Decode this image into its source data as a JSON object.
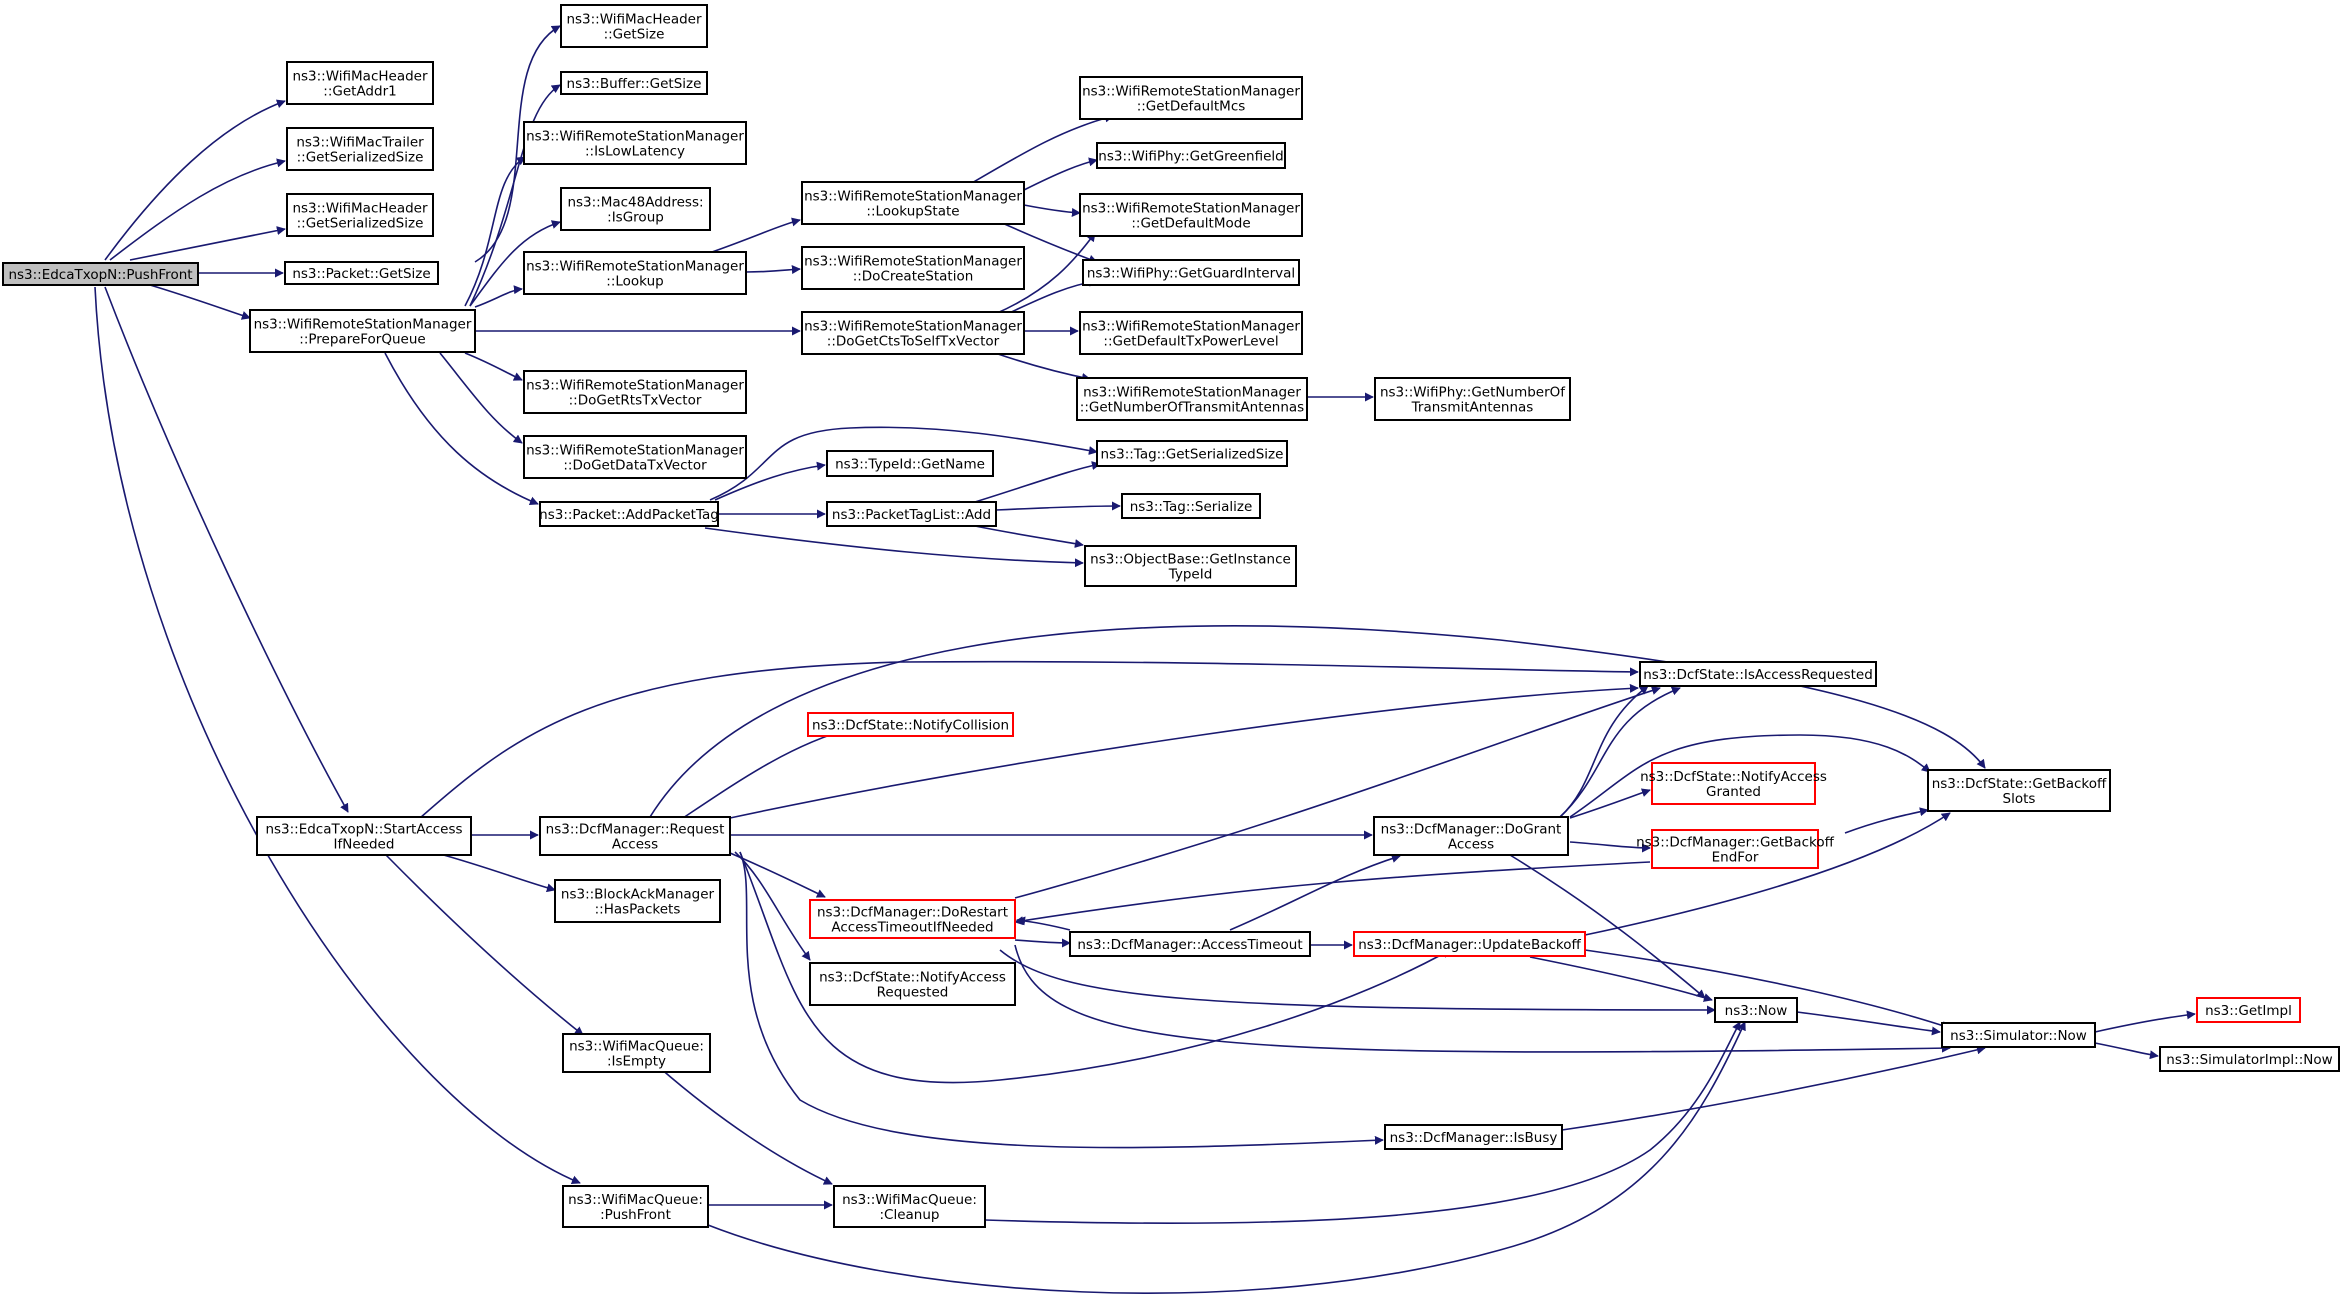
{
  "colors": {
    "edge": "#191970",
    "root_fill": "#bfbfbf",
    "node_border": "#000000",
    "truncated_border": "#ff0000",
    "background": "#ffffff"
  },
  "nodes": [
    {
      "id": "root",
      "lines": [
        "ns3::EdcaTxopN::PushFront"
      ],
      "style": "root"
    },
    {
      "id": "macHdrAddr1",
      "lines": [
        "ns3::WifiMacHeader",
        "::GetAddr1"
      ],
      "style": "normal"
    },
    {
      "id": "trailerSize",
      "lines": [
        "ns3::WifiMacTrailer",
        "::GetSerializedSize"
      ],
      "style": "normal"
    },
    {
      "id": "macHdrSerSize",
      "lines": [
        "ns3::WifiMacHeader",
        "::GetSerializedSize"
      ],
      "style": "normal"
    },
    {
      "id": "pktGetSize",
      "lines": [
        "ns3::Packet::GetSize"
      ],
      "style": "normal"
    },
    {
      "id": "prepare",
      "lines": [
        "ns3::WifiRemoteStationManager",
        "::PrepareForQueue"
      ],
      "style": "normal"
    },
    {
      "id": "macHdrGetSize",
      "lines": [
        "ns3::WifiMacHeader",
        "::GetSize"
      ],
      "style": "normal"
    },
    {
      "id": "bufGetSize",
      "lines": [
        "ns3::Buffer::GetSize"
      ],
      "style": "normal"
    },
    {
      "id": "isLowLatency",
      "lines": [
        "ns3::WifiRemoteStationManager",
        "::IsLowLatency"
      ],
      "style": "normal"
    },
    {
      "id": "isGroup",
      "lines": [
        "ns3::Mac48Address:",
        ":IsGroup"
      ],
      "style": "normal"
    },
    {
      "id": "lookup",
      "lines": [
        "ns3::WifiRemoteStationManager",
        "::Lookup"
      ],
      "style": "normal"
    },
    {
      "id": "lookupState",
      "lines": [
        "ns3::WifiRemoteStationManager",
        "::LookupState"
      ],
      "style": "normal"
    },
    {
      "id": "doCreate",
      "lines": [
        "ns3::WifiRemoteStationManager",
        "::DoCreateStation"
      ],
      "style": "normal"
    },
    {
      "id": "defMcs",
      "lines": [
        "ns3::WifiRemoteStationManager",
        "::GetDefaultMcs"
      ],
      "style": "normal"
    },
    {
      "id": "greenfield",
      "lines": [
        "ns3::WifiPhy::GetGreenfield"
      ],
      "style": "normal"
    },
    {
      "id": "defMode",
      "lines": [
        "ns3::WifiRemoteStationManager",
        "::GetDefaultMode"
      ],
      "style": "normal"
    },
    {
      "id": "guard",
      "lines": [
        "ns3::WifiPhy::GetGuardInterval"
      ],
      "style": "normal"
    },
    {
      "id": "ctsSelf",
      "lines": [
        "ns3::WifiRemoteStationManager",
        "::DoGetCtsToSelfTxVector"
      ],
      "style": "normal"
    },
    {
      "id": "defTxPower",
      "lines": [
        "ns3::WifiRemoteStationManager",
        "::GetDefaultTxPowerLevel"
      ],
      "style": "normal"
    },
    {
      "id": "numAnt",
      "lines": [
        "ns3::WifiRemoteStationManager",
        "::GetNumberOfTransmitAntennas"
      ],
      "style": "normal"
    },
    {
      "id": "phyNumAnt",
      "lines": [
        "ns3::WifiPhy::GetNumberOf",
        "TransmitAntennas"
      ],
      "style": "normal"
    },
    {
      "id": "rtsTx",
      "lines": [
        "ns3::WifiRemoteStationManager",
        "::DoGetRtsTxVector"
      ],
      "style": "normal"
    },
    {
      "id": "dataTx",
      "lines": [
        "ns3::WifiRemoteStationManager",
        "::DoGetDataTxVector"
      ],
      "style": "normal"
    },
    {
      "id": "addTag",
      "lines": [
        "ns3::Packet::AddPacketTag"
      ],
      "style": "normal"
    },
    {
      "id": "typeName",
      "lines": [
        "ns3::TypeId::GetName"
      ],
      "style": "normal"
    },
    {
      "id": "tagSerSize",
      "lines": [
        "ns3::Tag::GetSerializedSize"
      ],
      "style": "normal"
    },
    {
      "id": "tagListAdd",
      "lines": [
        "ns3::PacketTagList::Add"
      ],
      "style": "normal"
    },
    {
      "id": "tagSerialize",
      "lines": [
        "ns3::Tag::Serialize"
      ],
      "style": "normal"
    },
    {
      "id": "instTypeId",
      "lines": [
        "ns3::ObjectBase::GetInstance",
        "TypeId"
      ],
      "style": "normal"
    },
    {
      "id": "startAccess",
      "lines": [
        "ns3::EdcaTxopN::StartAccess",
        "IfNeeded"
      ],
      "style": "normal"
    },
    {
      "id": "reqAccess",
      "lines": [
        "ns3::DcfManager::Request",
        "Access"
      ],
      "style": "normal"
    },
    {
      "id": "isAccessReq",
      "lines": [
        "ns3::DcfState::IsAccessRequested"
      ],
      "style": "normal"
    },
    {
      "id": "notifyColl",
      "lines": [
        "ns3::DcfState::NotifyCollision"
      ],
      "style": "truncated"
    },
    {
      "id": "notifyGranted",
      "lines": [
        "ns3::DcfState::NotifyAccess",
        "Granted"
      ],
      "style": "truncated"
    },
    {
      "id": "getBackoffSlots",
      "lines": [
        "ns3::DcfState::GetBackoff",
        "Slots"
      ],
      "style": "normal"
    },
    {
      "id": "doGrant",
      "lines": [
        "ns3::DcfManager::DoGrant",
        "Access"
      ],
      "style": "normal"
    },
    {
      "id": "backoffEnd",
      "lines": [
        "ns3::DcfManager::GetBackoff",
        "EndFor"
      ],
      "style": "truncated"
    },
    {
      "id": "restart",
      "lines": [
        "ns3::DcfManager::DoRestart",
        "AccessTimeoutIfNeeded"
      ],
      "style": "truncated"
    },
    {
      "id": "accTimeout",
      "lines": [
        "ns3::DcfManager::AccessTimeout"
      ],
      "style": "normal"
    },
    {
      "id": "updBackoff",
      "lines": [
        "ns3::DcfManager::UpdateBackoff"
      ],
      "style": "truncated"
    },
    {
      "id": "blockAck",
      "lines": [
        "ns3::BlockAckManager",
        "::HasPackets"
      ],
      "style": "normal"
    },
    {
      "id": "notifyReq",
      "lines": [
        "ns3::DcfState::NotifyAccess",
        "Requested"
      ],
      "style": "normal"
    },
    {
      "id": "now",
      "lines": [
        "ns3::Now"
      ],
      "style": "normal"
    },
    {
      "id": "simNow",
      "lines": [
        "ns3::Simulator::Now"
      ],
      "style": "normal"
    },
    {
      "id": "getImpl",
      "lines": [
        "ns3::GetImpl"
      ],
      "style": "truncated"
    },
    {
      "id": "implNow",
      "lines": [
        "ns3::SimulatorImpl::Now"
      ],
      "style": "normal"
    },
    {
      "id": "isEmpty",
      "lines": [
        "ns3::WifiMacQueue:",
        ":IsEmpty"
      ],
      "style": "normal"
    },
    {
      "id": "isBusy",
      "lines": [
        "ns3::DcfManager::IsBusy"
      ],
      "style": "normal"
    },
    {
      "id": "qPushFront",
      "lines": [
        "ns3::WifiMacQueue:",
        ":PushFront"
      ],
      "style": "normal"
    },
    {
      "id": "cleanup",
      "lines": [
        "ns3::WifiMacQueue:",
        ":Cleanup"
      ],
      "style": "normal"
    }
  ]
}
